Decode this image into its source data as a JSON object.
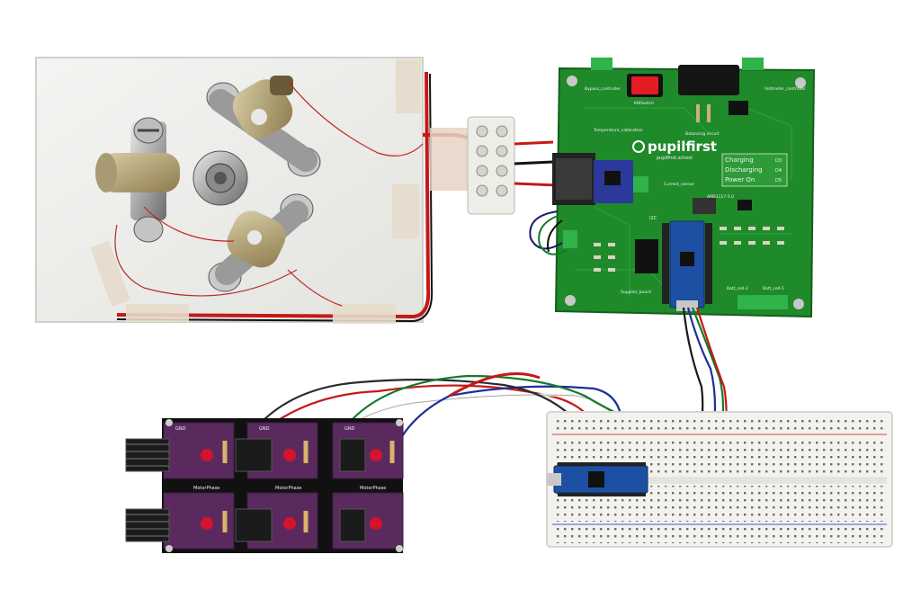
{
  "brand": "pupilfirst",
  "brand_site": "pupilfirst.school",
  "status_labels": [
    "Charging",
    "Discharging",
    "Power On"
  ],
  "status_refs": [
    "D3",
    "D4",
    "D5"
  ],
  "silk_labels": {
    "bypass": "Bypass_controller",
    "voltmeter": "Voltmeter_controller",
    "kwswitch": "KWSwitch",
    "temp": "Temperature_calibration",
    "balancing": "Balancing circuit",
    "current_sensor": "Current_sensor",
    "ams": "AMS1117-5.0",
    "i2c": "I2C",
    "supplier": "Supplier_board",
    "batt2": "Batt_cell-2",
    "batt1": "Batt_cell-1"
  },
  "module_label": "MotorPhase",
  "module_gnd": "GND",
  "colors": {
    "pcb_green": "#1f8a2a",
    "module_purple": "#5a2a5e",
    "breadboard": "#f3f2ee",
    "arduino_blue": "#1d4fa3"
  }
}
